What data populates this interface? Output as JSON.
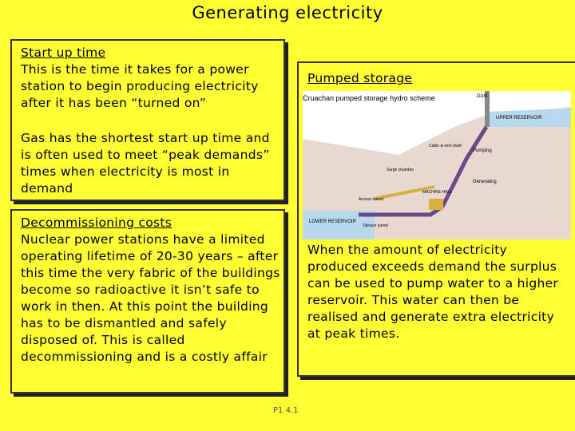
{
  "title": "Generating electricity",
  "startup": {
    "heading": "Start up time",
    "body": "This is the time it takes for a power station to begin producing electricity after it has been “turned on”",
    "gas": "Gas has the shortest start up time and is often used to meet “peak demands” times when electricity is most in demand"
  },
  "decom": {
    "heading": "Decommissioning costs",
    "body": "Nuclear power stations have a limited operating lifetime of 20-30 years – after this time the very fabric of the buildings become so radioactive it isn’t safe to work in then. At this point the building has to be dismantled and safely disposed of. This is called decommissioning and is a costly affair"
  },
  "pumped": {
    "heading": "Pumped storage",
    "diagram": {
      "title": "Cruachan pumped storage hydro scheme",
      "dam": "DAM",
      "upper": "UPPER RESERVOIR",
      "pumping": "Pumping",
      "generating": "Generating",
      "cable": "Cable & vent shaft",
      "surge": "Surge chamber",
      "machine": "MACHINE HALL",
      "access": "Access tunnel",
      "lower": "LOWER RESERVOIR",
      "tailrace": "Tailrace tunnel"
    },
    "description": "When the amount of electricity produced exceeds demand the surplus can be used to pump water to a higher reservoir. This water can then be realised and generate extra electricity at peak times."
  },
  "footer": "P1 4.1"
}
